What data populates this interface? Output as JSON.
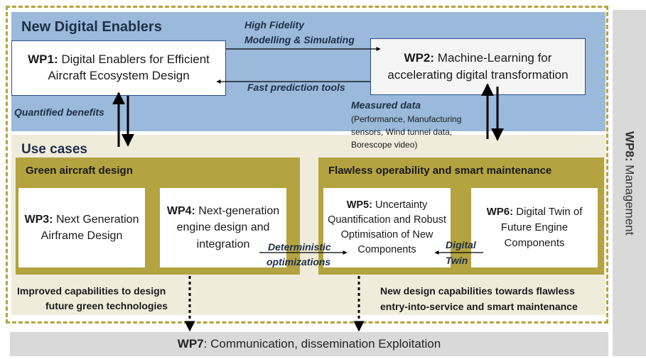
{
  "top": {
    "title": "New Digital Enablers"
  },
  "wp1": {
    "id": "WP1:",
    "text": "Digital Enablers for Efficient Aircraft Ecosystem Design"
  },
  "wp2": {
    "id": "WP2:",
    "text": "Machine-Learning for accelerating digital transformation"
  },
  "flows": {
    "high_fidelity_1": "High Fidelity",
    "high_fidelity_2": "Modelling & Simulating",
    "fast_prediction": "Fast prediction tools",
    "quantified_benefits": "Quantified benefits",
    "measured_data": "Measured data",
    "measured_detail_1": "(Performance,  Manufacturing",
    "measured_detail_2": "sensors, Wind tunnel data,",
    "measured_detail_3": "Borescope video)"
  },
  "use_cases": {
    "title": "Use cases",
    "green": {
      "title": "Green aircraft design",
      "wp3": {
        "id": "WP3:",
        "text": "Next Generation Airframe Design"
      },
      "wp4": {
        "id": "WP4:",
        "text": "Next-generation engine design and integration"
      },
      "outcome_1": "Improved capabilities to design",
      "outcome_2": "future green technologies"
    },
    "flawless": {
      "title": "Flawless operability and smart maintenance",
      "wp5": {
        "id": "WP5:",
        "text": "Uncertainty Quantification and Robust Optimisation of New Components"
      },
      "wp6": {
        "id": "WP6:",
        "text": "Digital Twin of Future Engine Components"
      },
      "outcome_1": "New design capabilities towards flawless",
      "outcome_2": "entry-into-service and smart maintenance"
    },
    "deterministic_1": "Deterministic",
    "deterministic_2": "optimizations",
    "digital_twin_1": "Digital",
    "digital_twin_2": "Twin"
  },
  "wp7": {
    "id": "WP7",
    "text": ": Communication, dissemination  Exploitation"
  },
  "wp8": {
    "id": "WP8:",
    "text": " Management"
  }
}
